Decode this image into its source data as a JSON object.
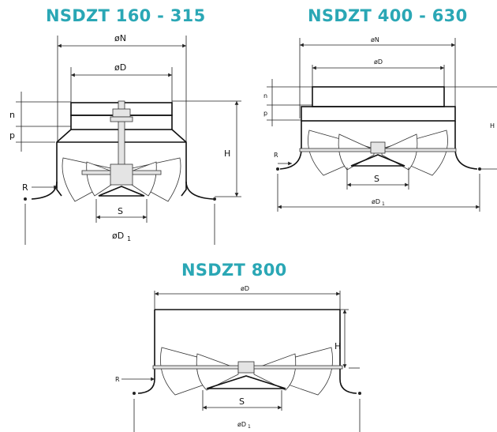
{
  "drawings": [
    {
      "title": "NSDZT 160 - 315",
      "labels": {
        "N": "øN",
        "D": "øD",
        "n": "n",
        "p": "p",
        "H": "H",
        "R": "R",
        "S": "S",
        "D1": "øD",
        "D1_sub": "1"
      }
    },
    {
      "title": "NSDZT 400 - 630",
      "labels": {
        "N": "øN",
        "D": "øD",
        "n": "n",
        "p": "p",
        "H": "H",
        "R": "R",
        "S": "S",
        "D1": "øD",
        "D1_sub": "1"
      }
    },
    {
      "title": "NSDZT 800",
      "labels": {
        "D": "øD",
        "H": "H",
        "R": "R",
        "S": "S",
        "D1": "øD",
        "D1_sub": "1"
      }
    }
  ],
  "colors": {
    "title": "#2aa7b5",
    "line": "#222222"
  }
}
